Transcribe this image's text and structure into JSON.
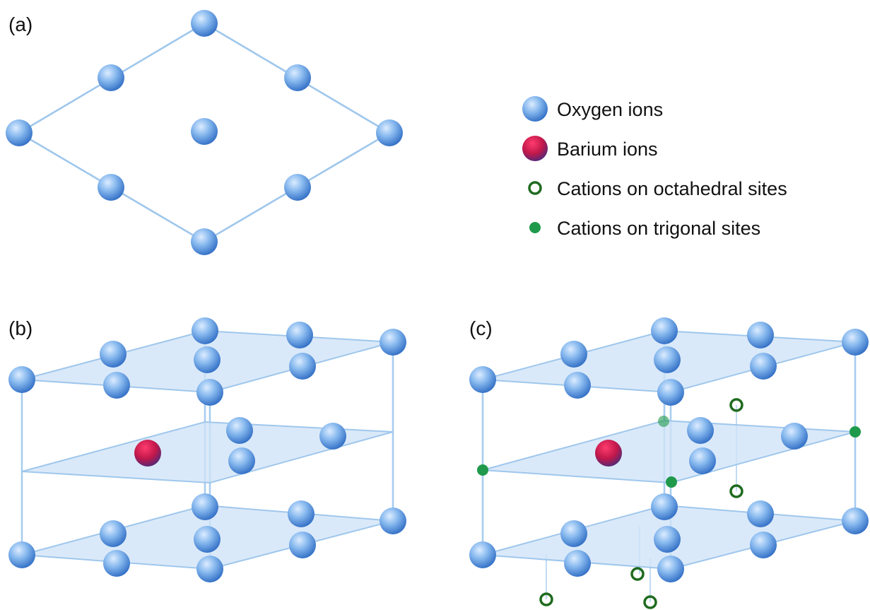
{
  "panels": {
    "a": "(a)",
    "b": "(b)",
    "c": "(c)"
  },
  "legend": {
    "oxygen": "Oxygen ions",
    "barium": "Barium ions",
    "octahedral": "Cations on octahedral sites",
    "trigonal": "Cations on trigonal sites"
  },
  "colors": {
    "oxygen": "#6fa6e6",
    "barium": "#b0204f",
    "cation": "#1f9a4b",
    "edge": "#9fc7ec",
    "plane": "#cfe3f7"
  }
}
